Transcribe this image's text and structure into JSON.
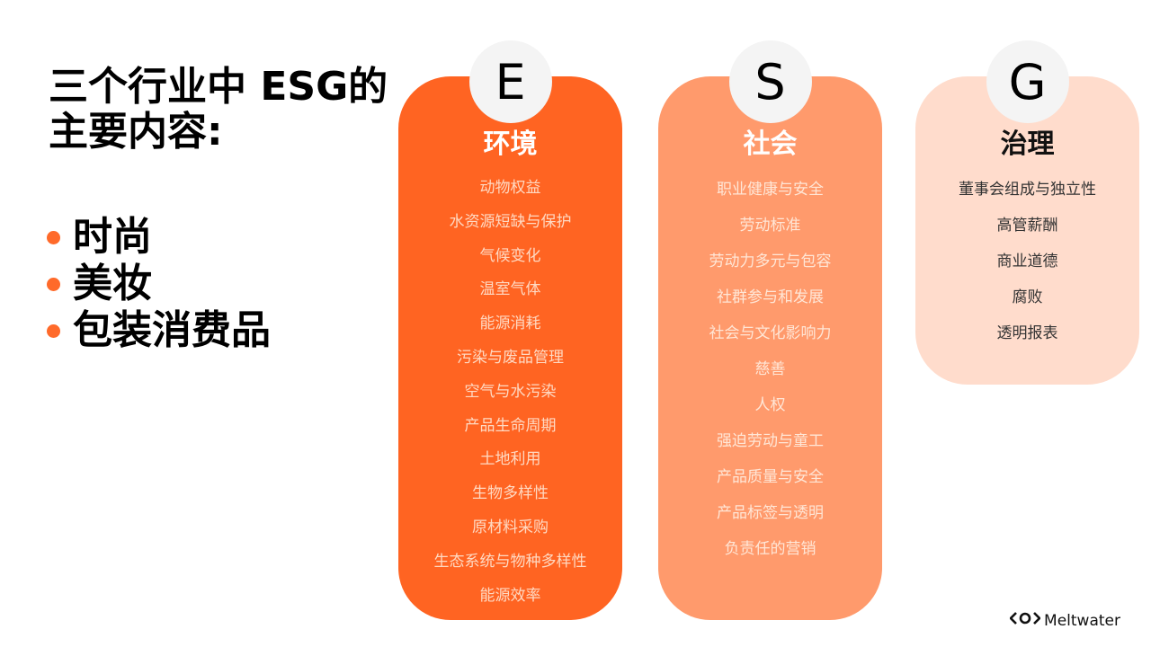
{
  "title": {
    "line1": "三个行业中 ESG的",
    "line2": "主要内容:"
  },
  "industries": [
    {
      "label": "时尚"
    },
    {
      "label": "美妆"
    },
    {
      "label": "包装消费品"
    }
  ],
  "colors": {
    "accent": "#ff6a2a",
    "environment_card": "#ff6422",
    "social_card": "#ff9a6c",
    "governance_card": "#ffdccc",
    "badge": "#f4f4f4"
  },
  "pillars": {
    "environment": {
      "letter": "E",
      "title": "环境",
      "items": [
        "动物权益",
        "水资源短缺与保护",
        "气候变化",
        "温室气体",
        "能源消耗",
        "污染与废品管理",
        "空气与水污染",
        "产品生命周期",
        "土地利用",
        "生物多样性",
        "原材料采购",
        "生态系统与物种多样性",
        "能源效率"
      ]
    },
    "social": {
      "letter": "S",
      "title": "社会",
      "items": [
        "职业健康与安全",
        "劳动标准",
        "劳动力多元与包容",
        "社群参与和发展",
        "社会与文化影响力",
        "慈善",
        "人权",
        "强迫劳动与童工",
        "产品质量与安全",
        "产品标签与透明",
        "负责任的营销"
      ]
    },
    "governance": {
      "letter": "G",
      "title": "治理",
      "items": [
        "董事会组成与独立性",
        "高管薪酬",
        "商业道德",
        "腐败",
        "透明报表"
      ]
    }
  },
  "brand": {
    "logo_icon": "meltwater-logo-icon",
    "name": "Meltwater"
  }
}
